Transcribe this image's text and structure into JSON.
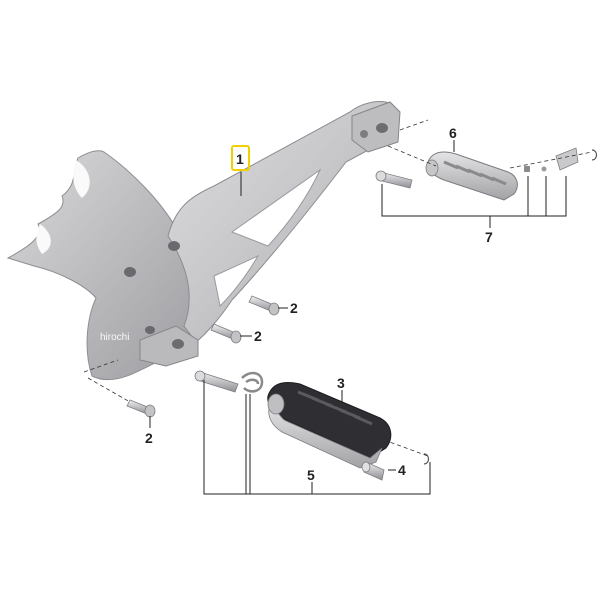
{
  "callouts": {
    "c1": "1",
    "c2a": "2",
    "c2b": "2",
    "c2c": "2",
    "c3": "3",
    "c4": "4",
    "c5": "5",
    "c6": "6",
    "c7": "7"
  },
  "watermark": "hirochi",
  "colors": {
    "bracket": "#c9c9cb",
    "bracket_shadow": "#a9a9ac",
    "bracket_light": "#e6e6e8",
    "footpeg_dark": "#3b3b3e",
    "footpeg_light": "#d7d7d9",
    "highlight_box": "#f0d000",
    "lines": "#222222"
  }
}
